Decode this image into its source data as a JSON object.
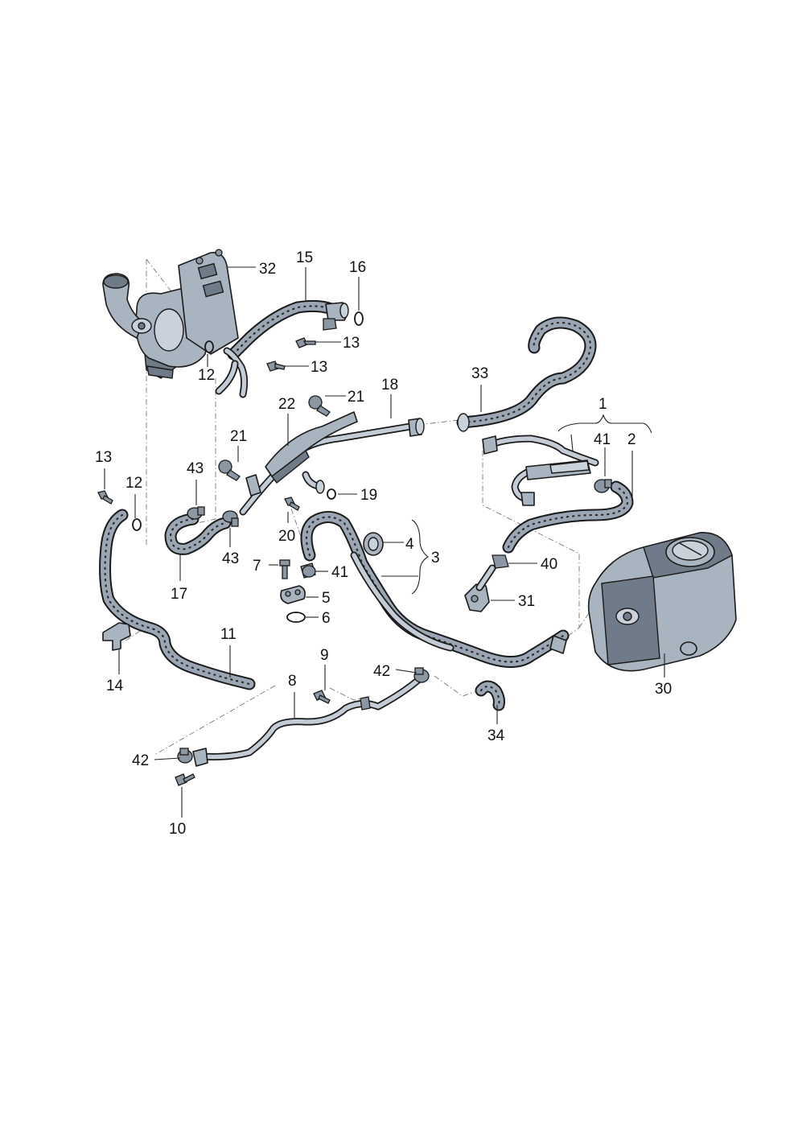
{
  "callouts": {
    "c1": "1",
    "c2": "2",
    "c3": "3",
    "c4": "4",
    "c5": "5",
    "c6": "6",
    "c7": "7",
    "c8": "8",
    "c9": "9",
    "c10": "10",
    "c11": "11",
    "c12a": "12",
    "c12b": "12",
    "c13a": "13",
    "c13b": "13",
    "c13c": "13",
    "c14": "14",
    "c15": "15",
    "c16": "16",
    "c17": "17",
    "c18": "18",
    "c19": "19",
    "c20": "20",
    "c21a": "21",
    "c21b": "21",
    "c22": "22",
    "c30": "30",
    "c31": "31",
    "c32": "32",
    "c33": "33",
    "c34": "34",
    "c40": "40",
    "c41a": "41",
    "c41b": "41",
    "c42a": "42",
    "c42b": "42",
    "c43a": "43",
    "c43b": "43"
  }
}
